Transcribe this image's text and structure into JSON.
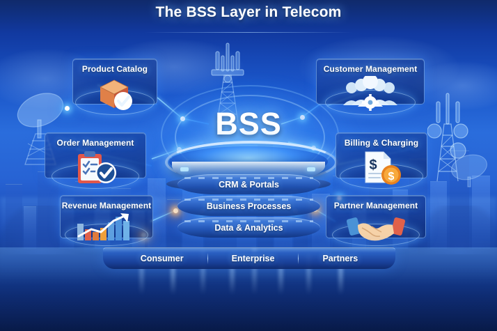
{
  "title": "The BSS Layer in Telecom",
  "hub": {
    "label": "BSS"
  },
  "nodes": [
    {
      "id": "product-catalog",
      "label": "Product Catalog",
      "icon": "box-check-icon"
    },
    {
      "id": "customer-management",
      "label": "Customer Management",
      "icon": "people-gear-icon"
    },
    {
      "id": "order-management",
      "label": "Order Management",
      "icon": "clipboard-check-icon"
    },
    {
      "id": "billing-charging",
      "label": "Billing & Charging",
      "icon": "invoice-dollar-icon"
    },
    {
      "id": "revenue-management",
      "label": "Revenue Management",
      "icon": "bar-chart-arrow-icon"
    },
    {
      "id": "partner-management",
      "label": "Partner Management",
      "icon": "handshake-icon"
    }
  ],
  "layers": [
    {
      "id": "crm-portals",
      "label": "CRM & Portals"
    },
    {
      "id": "business-processes",
      "label": "Business Processes"
    },
    {
      "id": "data-analytics",
      "label": "Data & Analytics"
    }
  ],
  "audience": [
    {
      "id": "consumer",
      "label": "Consumer"
    },
    {
      "id": "enterprise",
      "label": "Enterprise"
    },
    {
      "id": "partners",
      "label": "Partners"
    }
  ],
  "scenery": {
    "left_dish": "satellite-dish-icon",
    "center_tower": "cell-tower-icon",
    "right_tower": "cell-tower-icon",
    "skyline": "city-skyline"
  },
  "colors": {
    "background_deep": "#0c2668",
    "background_mid": "#2a6ddc",
    "accent_cyan": "#7ad4ff",
    "accent_orange": "#f08a2a",
    "panel_fill": "#0e2e82",
    "panel_border": "#96c8ff",
    "text": "#ffffff"
  }
}
